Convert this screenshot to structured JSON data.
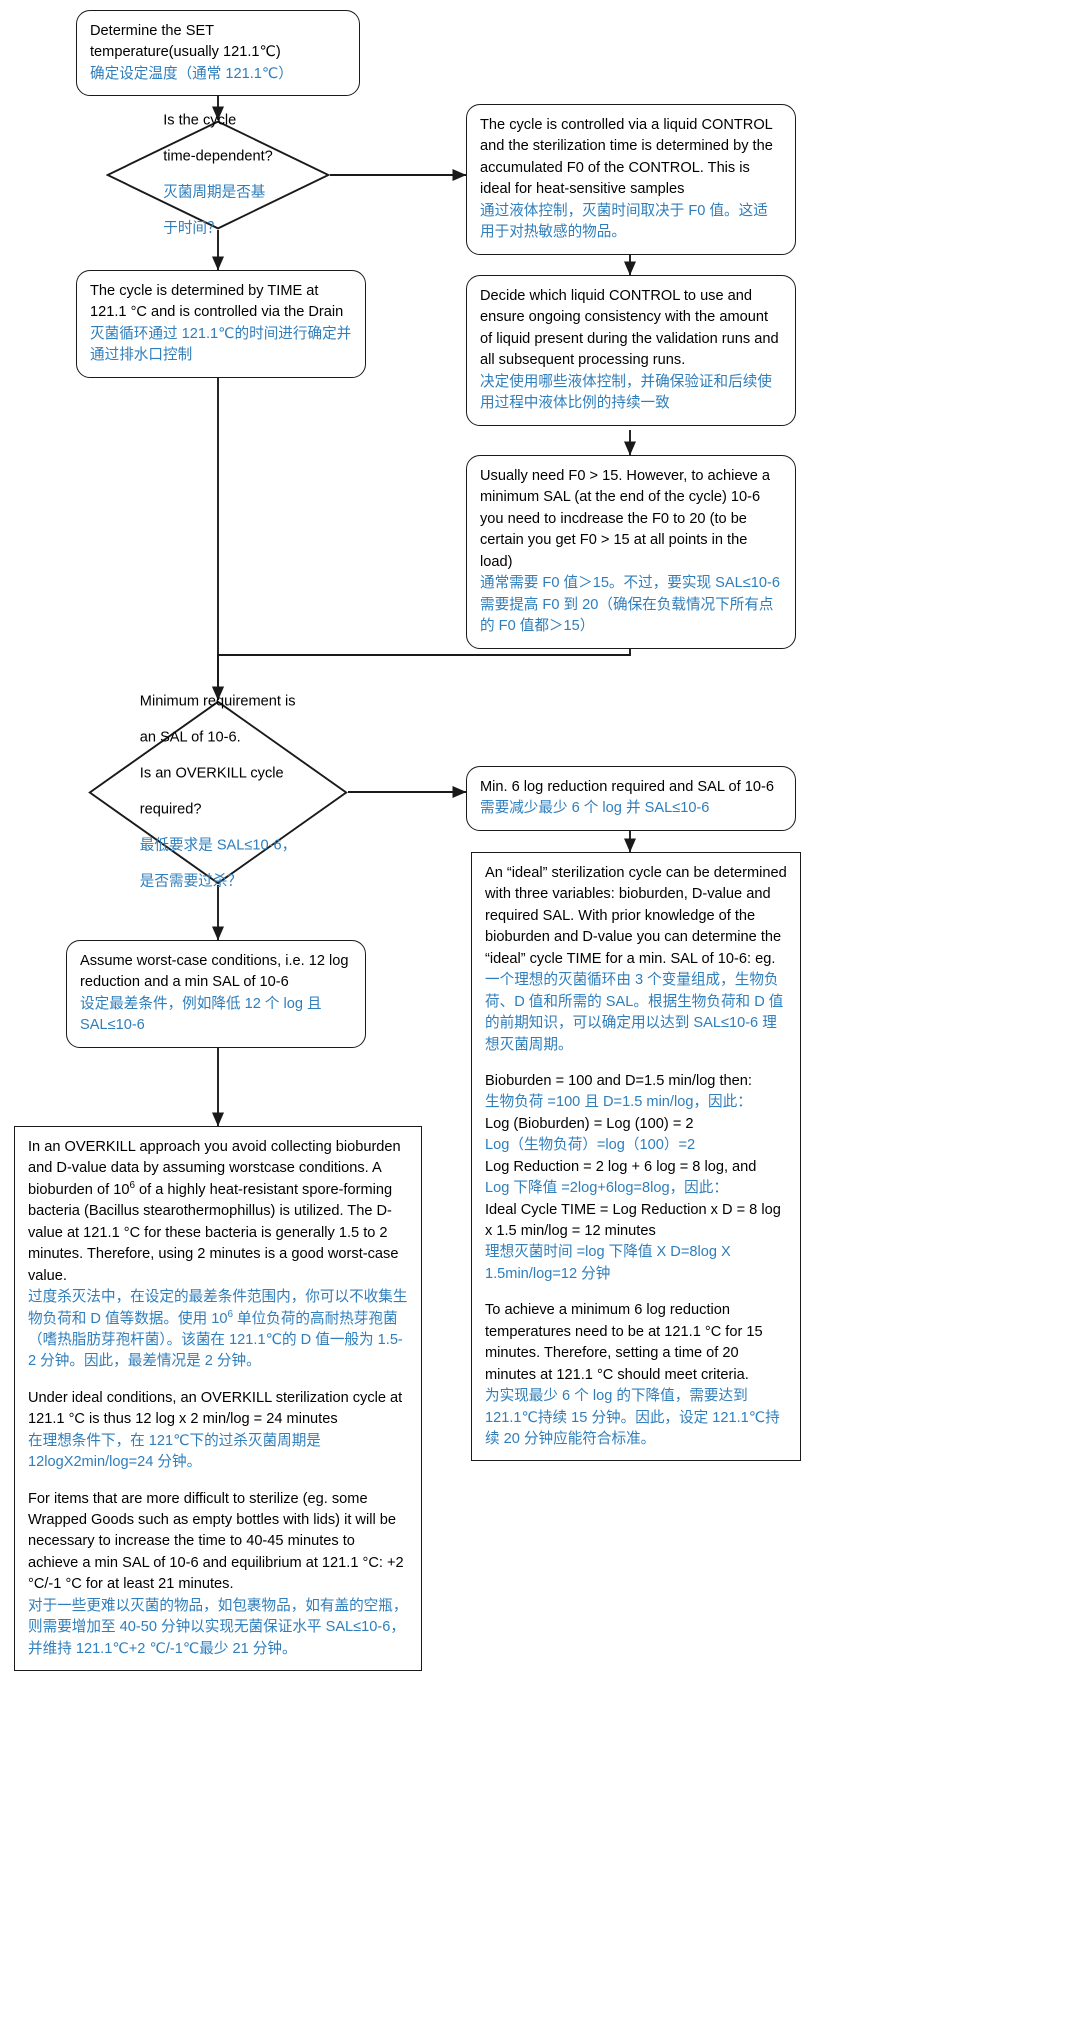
{
  "diagram": {
    "title": "Sterilization cycle determination flowchart",
    "accent_color": "#2f7ebb",
    "line_color": "#1a1a1a"
  },
  "nodes": {
    "set_temperature": {
      "en": "Determine the SET temperature(usually 121.1℃)",
      "zh": "确定设定温度（通常 121.1℃）"
    },
    "decision_time_dependent": {
      "en_line1": "Is the cycle",
      "en_line2": "time-dependent?",
      "zh_line1": "灭菌周期是否基",
      "zh_line2": "于时间？"
    },
    "control_liquid": {
      "en": "The cycle is controlled via a liquid CONTROL and the sterilization time is determined by the accumulated F0 of the CONTROL. This is ideal for heat-sensitive samples",
      "zh": "通过液体控制，灭菌时间取决于 F0 值。这适用于对热敏感的物品。"
    },
    "determined_by_time": {
      "en": "The cycle is determined by TIME at 121.1 °C and is controlled via the Drain",
      "zh": "灭菌循环通过 121.1℃的时间进行确定并通过排水口控制"
    },
    "decide_liquid_control": {
      "en": "Decide which liquid CONTROL to use and ensure ongoing consistency with the amount of liquid present during the validation runs and all subsequent processing runs.",
      "zh": "决定使用哪些液体控制，并确保验证和后续使用过程中液体比例的持续一致"
    },
    "f0_requirement": {
      "en": "Usually need F0 > 15. However, to achieve a minimum SAL (at the end of the cycle) 10-6 you need to incdrease the F0 to 20 (to be certain you get F0 > 15 at all points in the load)",
      "zh": "通常需要 F0 值＞15。不过，要实现 SAL≤10-6 需要提高 F0 到 20（确保在负载情况下所有点的 F0 值都＞15）"
    },
    "decision_overkill": {
      "en_line1": "Minimum requirement is",
      "en_line2": "an SAL of 10-6.",
      "en_line3": "Is an OVERKILL cycle",
      "en_line4": "required?",
      "zh_line1": "最低要求是 SAL≤10-6，",
      "zh_line2": "是否需要过杀？"
    },
    "min_6_log": {
      "en": "Min. 6 log reduction required and SAL of 10-6",
      "zh": "需要减少最少 6 个 log 并 SAL≤10-6"
    },
    "assume_worst_case": {
      "en": "Assume worst-case conditions, i.e. 12 log reduction and a min SAL of 10-6",
      "zh": "设定最差条件，例如降低 12 个 log 且 SAL≤10-6"
    },
    "ideal_cycle": {
      "p1_en_a": "An “ideal” sterilization cycle can be determined with three variables: bioburden, D-value and required SAL. With prior knowledge of the bioburden and D-value you can determine the “ideal” cycle TIME for a min. SAL of 10-6: eg.",
      "p1_zh": "一个理想的灭菌循环由 3 个变量组成，生物负荷、D 值和所需的 SAL。根据生物负荷和 D 值的前期知识，可以确定用以达到 SAL≤10-6 理想灭菌周期。",
      "calc_line1_en": "Bioburden = 100 and D=1.5 min/log then:",
      "calc_line1_zh": "生物负荷 =100 且 D=1.5 min/log，因此：",
      "calc_line2_en": "Log (Bioburden) = Log (100) = 2",
      "calc_line2_zh": "Log（生物负荷）=log（100）=2",
      "calc_line3_en": "Log Reduction = 2 log + 6 log = 8 log, and",
      "calc_line3_zh": "Log 下降值 =2log+6log=8log，因此：",
      "calc_line4_en": "Ideal Cycle TIME = Log Reduction x D = 8 log x 1.5 min/log = 12 minutes",
      "calc_line4_zh": "理想灭菌时间 =log 下降值 X D=8log X 1.5min/log=12 分钟",
      "p3_en": "To achieve a minimum 6 log reduction temperatures need to be at 121.1 °C for 15 minutes. Therefore, setting a time of 20 minutes at 121.1 °C should meet criteria.",
      "p3_zh": "为实现最少 6 个 log 的下降值，需要达到 121.1℃持续 15 分钟。因此，设定 121.1℃持续 20 分钟应能符合标准。"
    },
    "overkill_detail": {
      "p1_en_part1": "In an OVERKILL approach you avoid collecting bioburden and D-value data by assuming worstcase conditions. A bioburden of 10",
      "p1_en_sup": "6",
      "p1_en_part2": " of a highly heat-resistant spore-forming bacteria (Bacillus stearothermophillus) is utilized. The D-value at 121.1 °C for these bacteria is generally 1.5 to 2 minutes. Therefore, using 2 minutes is a good worst-case value.",
      "p1_zh_part1": "过度杀灭法中，在设定的最差条件范围内，你可以不收集生物负荷和 D 值等数据。使用 10",
      "p1_zh_sup": "6",
      "p1_zh_part2": " 单位负荷的高耐热芽孢菌（嗜热脂肪芽孢杆菌）。该菌在 121.1℃的 D 值一般为 1.5-2 分钟。因此，最差情况是 2 分钟。",
      "p2_en": "Under ideal conditions, an OVERKILL sterilization cycle at 121.1 °C is thus 12 log x 2 min/log = 24 minutes",
      "p2_zh": "在理想条件下，在 121℃下的过杀灭菌周期是 12logX2min/log=24 分钟。",
      "p3_en": "For items that are more difficult to sterilize (eg. some Wrapped Goods such as empty bottles with lids) it will be necessary to increase the time to 40-45 minutes to achieve a min SAL of 10-6 and equilibrium at 121.1 °C: +2 °C/-1 °C for at least 21 minutes.",
      "p3_zh": "对于一些更难以灭菌的物品，如包裹物品，如有盖的空瓶，则需要增加至 40-50 分钟以实现无菌保证水平 SAL≤10-6，并维持 121.1℃+2 ℃/-1℃最少 21 分钟。"
    }
  }
}
